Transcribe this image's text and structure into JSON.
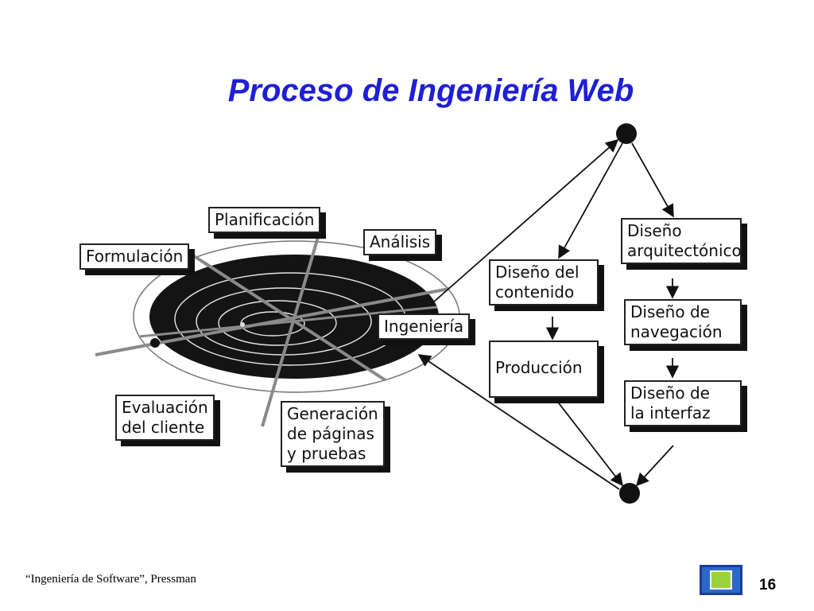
{
  "slide": {
    "title": "Proceso de Ingeniería Web",
    "footer": "“Ingeniería de Software”, Pressman",
    "page_number": "16"
  },
  "diagram": {
    "spiral_phases": {
      "formulacion": "Formulación",
      "planificacion": "Planificación",
      "analisis": "Análisis",
      "ingenieria": "Ingeniería",
      "evaluacion": [
        "Evaluación",
        "del cliente"
      ],
      "generacion": [
        "Generación",
        "de páginas",
        "y pruebas"
      ]
    },
    "engineering_tasks": {
      "diseno_contenido": [
        "Diseño del",
        "contenido"
      ],
      "produccion": "Producción",
      "diseno_arquitectonico": [
        "Diseño",
        "arquitectónico"
      ],
      "diseno_navegacion": [
        "Diseño de",
        "navegación"
      ],
      "diseno_interfaz": [
        "Diseño de",
        "la interfaz"
      ]
    }
  },
  "colors": {
    "title": "#1f1fd6",
    "ink": "#111111",
    "spiral_fill": "#141414",
    "grey_axis": "#8a8a8a"
  }
}
